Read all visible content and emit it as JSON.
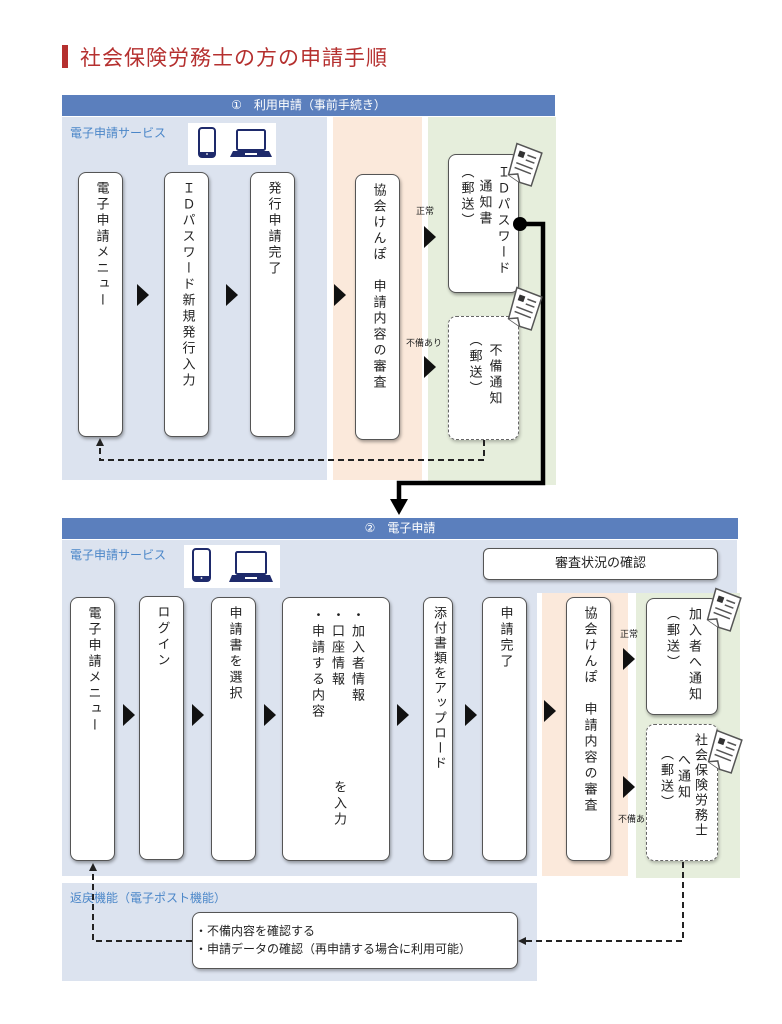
{
  "title": "社会保険労務士の方の申請手順",
  "colors": {
    "title_red": "#b5302f",
    "header_blue": "#5b7fbd",
    "panel_blue": "#dce3ef",
    "panel_orange": "#fbe9db",
    "panel_green": "#e6eedc",
    "service_label_blue": "#4a86c8"
  },
  "section1": {
    "header": "①　利用申請（事前手続き）",
    "service_label": "電子申請サービス",
    "device_icons": [
      "smartphone-icon",
      "laptop-icon"
    ],
    "steps": [
      "電子申請メニュー",
      "ＩＤパスワード新規発行入力",
      "発行申請完了"
    ],
    "review": "協会けんぽ　申請内容の審査",
    "branch_normal_label": "正常",
    "branch_deficient_label": "不備あり",
    "result_normal": {
      "line1": "ＩＤパスワード",
      "line2": "通知書",
      "line3": "（郵送）"
    },
    "result_deficient": {
      "line1": "不備通知",
      "line2": "（郵送）"
    },
    "document_icon": "document-icon"
  },
  "section2": {
    "header": "②　電子申請",
    "service_label": "電子申請サービス",
    "device_icons": [
      "smartphone-icon",
      "laptop-icon"
    ],
    "status_button": "審査状況の確認",
    "steps": [
      "電子申請メニュー",
      "ログイン",
      "申請書を選択"
    ],
    "input_step": {
      "items": [
        "・加入者情報",
        "・口座情報",
        "・申請する内容"
      ],
      "suffix": "を入力"
    },
    "upload_step": "添付書類をアップロード",
    "complete_step": "申請完了",
    "review": "協会けんぽ　申請内容の審査",
    "branch_normal_label": "正常",
    "branch_deficient_label": "不備あり",
    "result_normal": {
      "line1": "加入者へ通知",
      "line2": "（郵送）"
    },
    "result_deficient": {
      "line1": "社会保険労務士",
      "line2": "へ通知",
      "line3": "（郵送）"
    }
  },
  "return_function": {
    "label": "返戻機能（電子ポスト機能）",
    "items": [
      "・不備内容を確認する",
      "・申請データの確認（再申請する場合に利用可能）"
    ]
  }
}
